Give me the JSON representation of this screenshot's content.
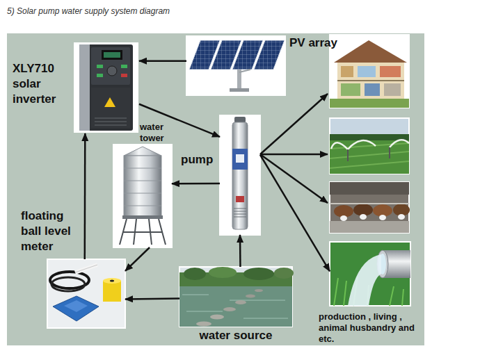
{
  "diagram": {
    "title": "5) Solar pump water supply system diagram",
    "nodes": [
      {
        "text": [
          "XLY710 solar inverter"
        ]
      },
      {
        "text": [
          "PV array"
        ]
      },
      {
        "text": [
          "water tower"
        ]
      },
      {
        "text": [
          "pump"
        ]
      },
      {
        "text": [
          "floating ball level meter"
        ]
      },
      {
        "text": [
          "water source"
        ]
      },
      {
        "text": [
          "production , living , animal husbandry and etc."
        ]
      }
    ],
    "edges": [
      {
        "from": 1,
        "to": 0,
        "arrow": "to"
      },
      {
        "from": 0,
        "to": 3,
        "arrow": "to"
      },
      {
        "from": 3,
        "to": 2,
        "arrow": "to"
      },
      {
        "from": 3,
        "to": 6,
        "arrow": "to"
      },
      {
        "from": 2,
        "to": 4,
        "arrow": "to"
      },
      {
        "from": 4,
        "to": 0,
        "arrow": "to"
      },
      {
        "from": 5,
        "to": 4,
        "arrow": "to"
      },
      {
        "from": 5,
        "to": 3,
        "arrow": "to"
      }
    ]
  }
}
